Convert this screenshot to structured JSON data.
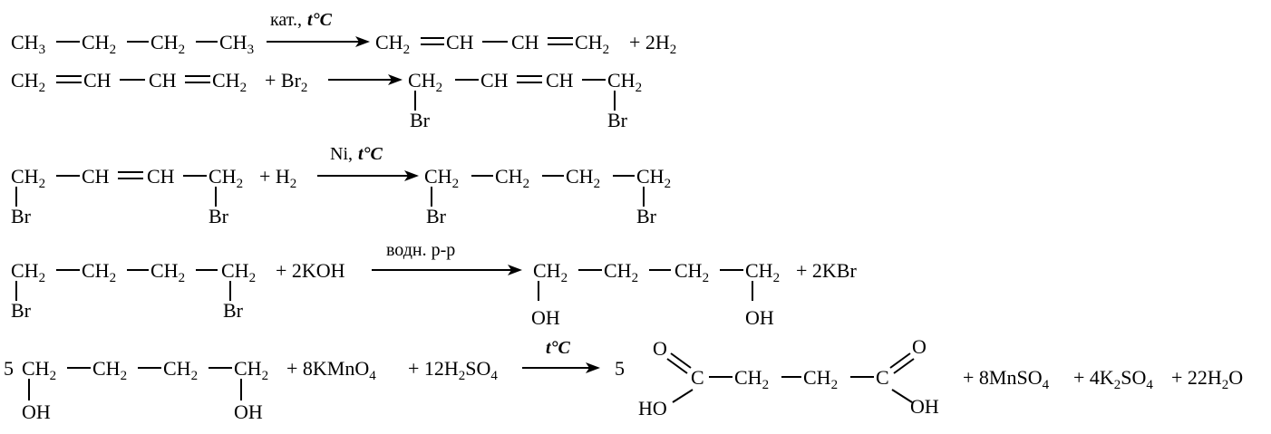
{
  "reactions": [
    {
      "id": "r1",
      "reactant": "CH3—CH2—CH2—CH3",
      "condition_plain": "кат.,",
      "condition_italic": "t°C",
      "product": "CH2=CH—CH=CH2",
      "byproduct": "+ 2H2"
    },
    {
      "id": "r2",
      "reactant": "CH2=CH—CH=CH2",
      "reagent": "+ Br2",
      "product": "CH2(Br)—CH=CH—CH2(Br)"
    },
    {
      "id": "r3",
      "reactant": "CH2(Br)—CH=CH—CH2(Br)",
      "reagent": "+ H2",
      "condition_plain": "Ni,",
      "condition_italic": "t°C",
      "product": "CH2(Br)—CH2—CH2—CH2(Br)"
    },
    {
      "id": "r4",
      "reactant": "CH2(Br)—CH2—CH2—CH2(Br)",
      "reagent": "+ 2KOH",
      "condition_plain": "водн. р-р",
      "product": "CH2(OH)—CH2—CH2—CH2(OH)",
      "byproduct": "+ 2KBr"
    },
    {
      "id": "r5",
      "coefficient": "5",
      "reactant": "CH2(OH)—CH2—CH2—CH2(OH)",
      "reagent1": "+ 8KMnO4",
      "reagent2": "+ 12H2SO4",
      "condition_italic": "t°C",
      "product_coefficient": "5",
      "product": "HOOC—CH2—CH2—COOH",
      "byproducts": "+ 8MnSO4 + 4K2SO4 + 22H2O"
    }
  ],
  "atoms": {
    "C": "C",
    "CH": "CH",
    "CH2": "CH",
    "CH3": "CH",
    "H2": "H",
    "Br": "Br",
    "OH": "OH",
    "HO": "HO",
    "O": "O",
    "sub2": "2",
    "sub3": "3",
    "sub4": "4"
  },
  "terms": {
    "plus": "+",
    "H2": "+ 2H",
    "Br2": "+ Br",
    "H2add": "+ H",
    "KOH": "+ 2KOH",
    "KBr": "+ 2KBr",
    "KMnO4": "+ 8KMnO",
    "H2SO4_a": "+ 12H",
    "H2SO4_b": "SO",
    "MnSO4": "+ 8MnSO",
    "K2SO4_a": "+ 4K",
    "K2SO4_b": "SO",
    "H2O_a": "+ 22H",
    "H2O_b": "O",
    "coef5": "5",
    "cat": "кат.,",
    "tC": "t°C",
    "Ni": "Ni,",
    "vodn": "водн. р-р"
  }
}
